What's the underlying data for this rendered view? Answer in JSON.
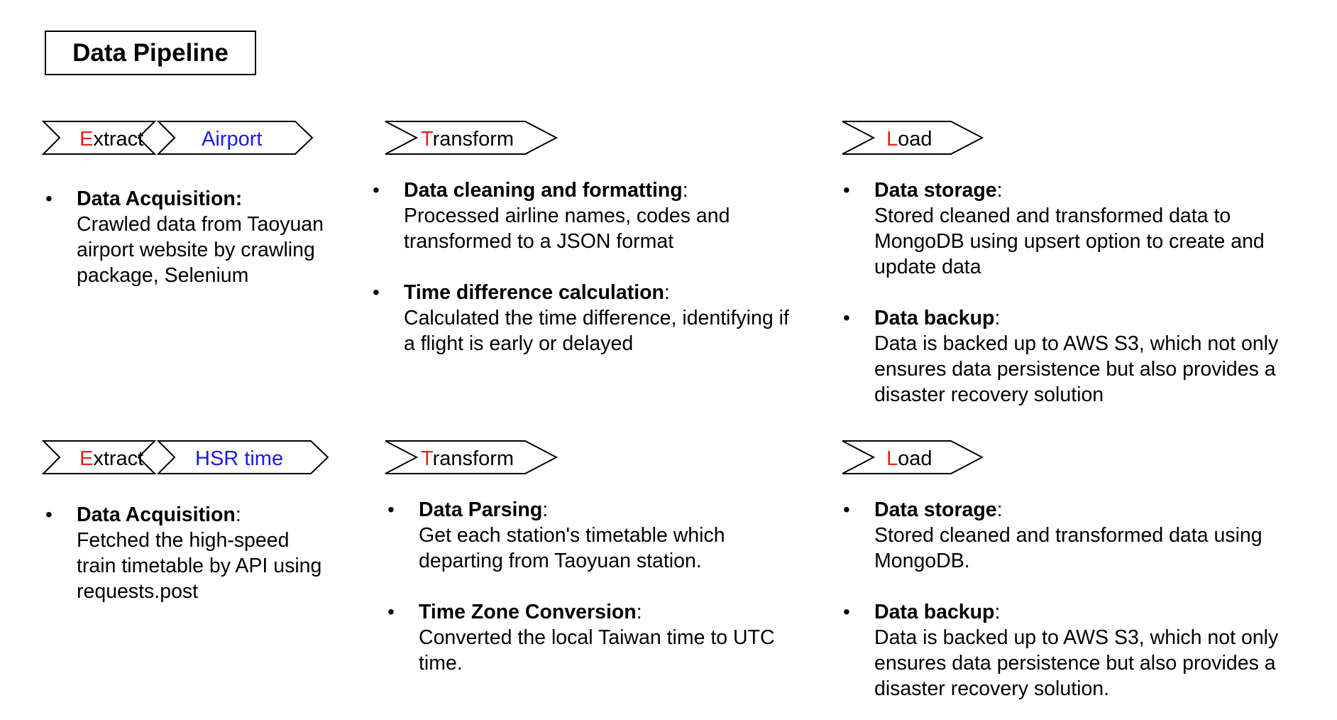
{
  "title": "Data Pipeline",
  "colors": {
    "initial": "#e8231a",
    "source": "#1a1aeb",
    "text": "#000000"
  },
  "rows": [
    {
      "extract": {
        "initial": "E",
        "rest": "xtract"
      },
      "source": "Airport",
      "transform": {
        "initial": "T",
        "rest": "ransform"
      },
      "load": {
        "initial": "L",
        "rest": "oad"
      },
      "extract_items": [
        {
          "title": "Data Acquisition:",
          "suffix": "",
          "desc": "Crawled data from Taoyuan\nairport website by crawling\npackage, Selenium"
        }
      ],
      "transform_items": [
        {
          "title": "Data cleaning and formatting",
          "suffix": ":",
          "desc": "Processed airline names, codes and\ntransformed to a JSON format"
        },
        {
          "title": "Time difference calculation",
          "suffix": ":",
          "desc": "Calculated the time difference, identifying if\na flight is early or delayed"
        }
      ],
      "load_items": [
        {
          "title": "Data storage",
          "suffix": ":",
          "desc": "Stored cleaned and transformed data to\nMongoDB using upsert option to create and\nupdate data"
        },
        {
          "title": "Data backup",
          "suffix": ":",
          "desc": "Data is backed up to AWS S3, which not only\nensures data persistence but also provides a\n disaster recovery solution"
        }
      ]
    },
    {
      "extract": {
        "initial": "E",
        "rest": "xtract"
      },
      "source": "HSR time",
      "transform": {
        "initial": "T",
        "rest": "ransform"
      },
      "load": {
        "initial": "L",
        "rest": "oad"
      },
      "extract_items": [
        {
          "title": "Data Acquisition",
          "suffix": ":",
          "desc": "Fetched the high-speed\ntrain timetable by API using\nrequests.post"
        }
      ],
      "transform_items": [
        {
          "title": "Data Parsing",
          "suffix": ":",
          "desc": "Get each station's timetable which\ndeparting from Taoyuan station."
        },
        {
          "title": "Time Zone Conversion",
          "suffix": ":",
          "desc": "Converted the local Taiwan time to UTC\ntime."
        }
      ],
      "load_items": [
        {
          "title": "Data storage",
          "suffix": ":",
          "desc": "Stored cleaned and transformed data using\nMongoDB."
        },
        {
          "title": "Data backup",
          "suffix": ":",
          "desc": "Data is backed up to AWS S3, which not only\nensures data persistence but also provides a\ndisaster recovery solution."
        }
      ]
    }
  ]
}
